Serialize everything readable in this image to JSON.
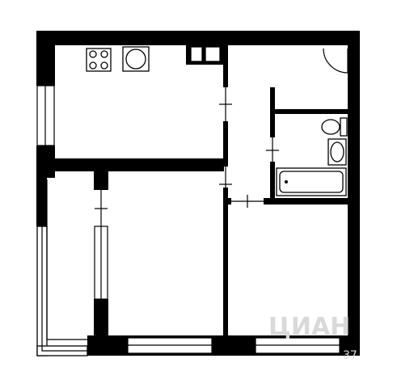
{
  "floor_plan": {
    "rooms": [
      "kitchen",
      "room-left",
      "room-right",
      "bathroom",
      "hallway",
      "balcony"
    ],
    "fixtures": [
      "stove",
      "sink",
      "cabinet",
      "toilet",
      "washbasin",
      "bathtub",
      "entry-door"
    ],
    "colors": {
      "wall": "#000000",
      "background": "#ffffff",
      "watermark": "#d9d9d9"
    }
  },
  "watermark": {
    "brand": "ЦИАН",
    "suffix": "37"
  }
}
